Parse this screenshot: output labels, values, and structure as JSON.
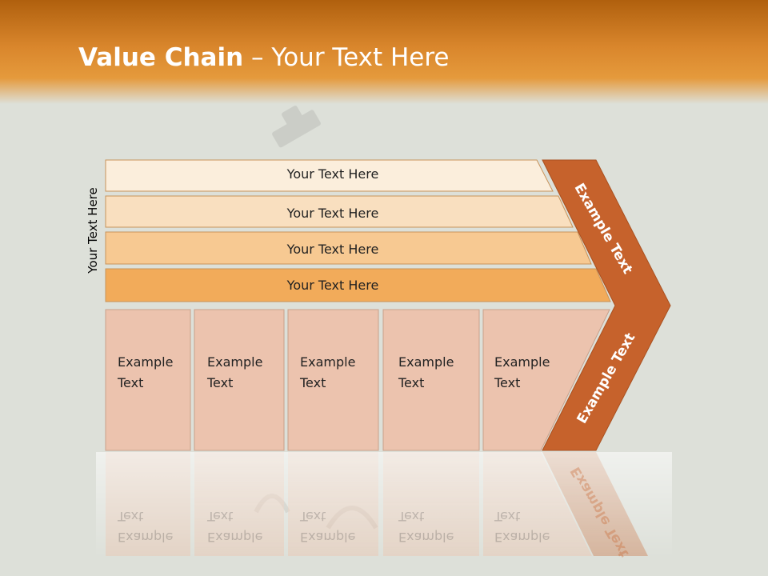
{
  "title": {
    "bold": "Value Chain",
    "rest": " – Your Text Here"
  },
  "side_label": "Your Text Here",
  "support_bars": [
    {
      "label": "Your Text Here",
      "color": "#fbeedc"
    },
    {
      "label": "Your Text Here",
      "color": "#f9dfbf"
    },
    {
      "label": "Your Text Here",
      "color": "#f7c992"
    },
    {
      "label": "Your Text Here",
      "color": "#f2ab5a"
    }
  ],
  "primary_activities": [
    {
      "label": "Example\nText"
    },
    {
      "label": "Example\nText"
    },
    {
      "label": "Example\nText"
    },
    {
      "label": "Example\nText"
    },
    {
      "label": "Example\nText"
    }
  ],
  "margin_arrow": {
    "upper_label": "Example Text",
    "lower_label": "Example Text",
    "color": "#c6622c"
  },
  "colors": {
    "activity_fill": "#ecc3ae",
    "activity_border": "#c9a08a",
    "header": "#d9862c"
  }
}
